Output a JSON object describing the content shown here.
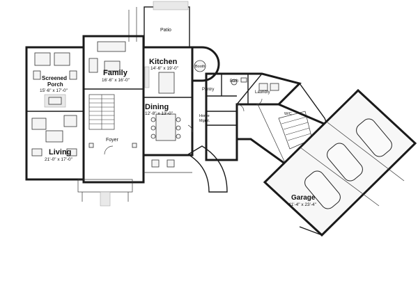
{
  "rooms": {
    "patio": {
      "name": "Patio"
    },
    "kitchen": {
      "name": "Kitchen",
      "dim": "14'-6\" x 19'-0\""
    },
    "family": {
      "name": "Family",
      "dim": "16'-6\" x 16'-0\""
    },
    "screened_porch": {
      "name_line1": "Screened",
      "name_line2": "Porch",
      "dim": "15'-6\" x 17'-0\""
    },
    "dining": {
      "name": "Dining",
      "dim": "12'-8\" x 13'-0\""
    },
    "living": {
      "name": "Living",
      "dim": "21'-0\" x 17'-0\""
    },
    "foyer": {
      "name": "Foyer"
    },
    "garage": {
      "name": "Garage",
      "dim": "41'-4\" x 23'-4\""
    },
    "booth": {
      "name": "Booth"
    },
    "pantry": {
      "name": "Pantry"
    },
    "bath": {
      "name": "Bath"
    },
    "laundry": {
      "name": "Laundry"
    },
    "wic": {
      "name": "W/C"
    },
    "home_mgmt": {
      "name_line1": "Home",
      "name_line2": "Mgmt."
    }
  }
}
